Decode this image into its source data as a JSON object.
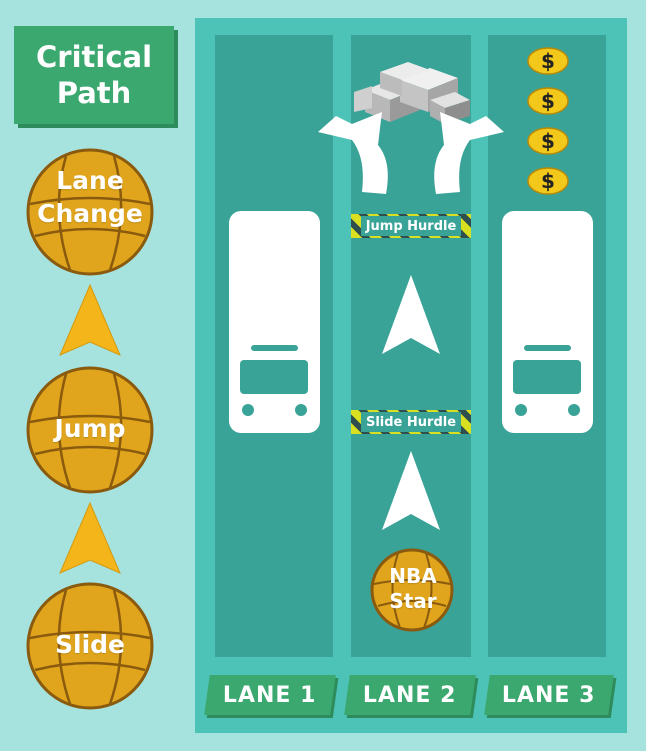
{
  "title": "Critical\nPath",
  "critical_path": {
    "steps": [
      {
        "label": "Lane\nChange"
      },
      {
        "label": "Jump"
      },
      {
        "label": "Slide"
      }
    ]
  },
  "lanes": [
    {
      "label": "LANE 1"
    },
    {
      "label": "LANE 2"
    },
    {
      "label": "LANE 3"
    }
  ],
  "hurdles": {
    "jump": "Jump Hurdle",
    "slide": "Slide Hurdle"
  },
  "player": {
    "label": "NBA\nStar"
  },
  "coins": {
    "count": 4
  },
  "colors": {
    "background": "#a6e3df",
    "road": "#4dc2b6",
    "lane": "#3aa398",
    "banner": "#3aa86f",
    "ball": "#e0a51c",
    "arrow": "#f3b51a",
    "coin": "#f2c91a"
  }
}
